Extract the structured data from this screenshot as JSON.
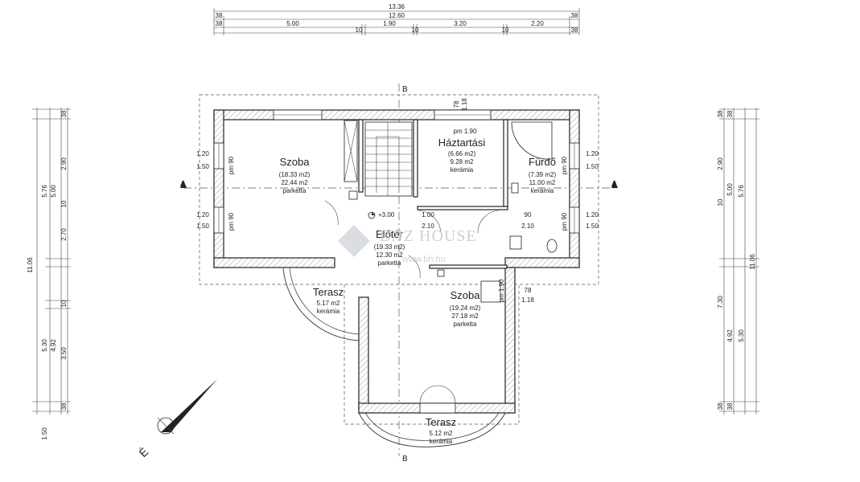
{
  "top_dimensions": {
    "overall": "13.36",
    "inner": "12.60",
    "ends": [
      "38",
      "38"
    ],
    "segments": [
      "38",
      "5.00",
      "10",
      "1.90",
      "10",
      "3.20",
      "10",
      "2.20",
      "38"
    ]
  },
  "left_dimensions": {
    "overall": "11.06",
    "col_a": [
      "5.76",
      "5.30",
      "1.50"
    ],
    "col_b": [
      "5.00",
      "4.92"
    ],
    "col_c": [
      "38",
      "2.90",
      "10",
      "2.70",
      "10",
      "3.50",
      "38"
    ]
  },
  "right_dimensions": {
    "overall": "11.06",
    "col_a": [
      "2.90",
      "10",
      "7.30",
      "4.92"
    ],
    "col_b": [
      "5.00",
      "5.30"
    ],
    "col_c": [
      "5.76"
    ],
    "small": [
      "38",
      "38",
      "38",
      "38"
    ]
  },
  "section_marks": {
    "a": "A",
    "b": "B"
  },
  "rooms": [
    {
      "name": "Szoba",
      "area_net": "(18.33 m2)",
      "area_gross": "22.44 m2",
      "floor": "parketta"
    },
    {
      "name": "Háztartási",
      "area_net": "(6.66 m2)",
      "area_gross": "9.28 m2",
      "floor": "kerámia"
    },
    {
      "name": "Fürdő",
      "area_net": "(7.39 m2)",
      "area_gross": "11.00 m2",
      "floor": "kerámia"
    },
    {
      "name": "Előtér",
      "area_net": "(19.33 m2)",
      "area_gross": "12.30 m2",
      "floor": "parketta"
    },
    {
      "name": "Szoba",
      "area_net": "(19.24 m2)",
      "area_gross": "27.18 m2",
      "floor": "parketta"
    },
    {
      "name": "Terasz",
      "area_net": "5.17 m2",
      "floor": "kerámia"
    },
    {
      "name": "Terasz",
      "area_net": "5.12 m2",
      "floor": "kerámia"
    }
  ],
  "window_labels": {
    "szoba1_top": [
      "1.20",
      "1.50"
    ],
    "szoba1_bottom": [
      "1.20",
      "1.50"
    ],
    "furdo_top": [
      "1.20",
      "1.50"
    ],
    "furdo_bottom": [
      "1.20",
      "1.50"
    ],
    "pm": "pm 90",
    "hazt_top": "pm 1.90",
    "stair": [
      "78",
      "1.18"
    ],
    "door_90": [
      "90",
      "2.10"
    ],
    "door_100": [
      "1.00",
      "2.10"
    ],
    "szoba2_window": [
      "78",
      "1.18"
    ],
    "pm_szoba2": "pm 1.90"
  },
  "level_mark": "+3.00",
  "watermark": {
    "brand": "BNZ HOUSE",
    "url": "www.bh.hu"
  },
  "north_label": "É"
}
